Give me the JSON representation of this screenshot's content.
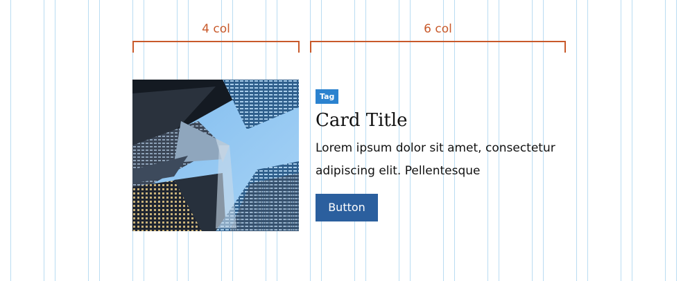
{
  "annotations": {
    "left_span_label": "4 col",
    "right_span_label": "6 col"
  },
  "card": {
    "tag": "Tag",
    "title": "Card Title",
    "body": "Lorem ipsum dolor sit amet, consectetur adipiscing elit. Pellentesque",
    "button_label": "Button",
    "image_alt": "skyscrapers-looking-up-photo"
  },
  "colors": {
    "grid_line": "#b9dcf2",
    "annotation": "#c8592a",
    "tag_bg": "#2b82cf",
    "button_bg": "#2b5f9e"
  }
}
